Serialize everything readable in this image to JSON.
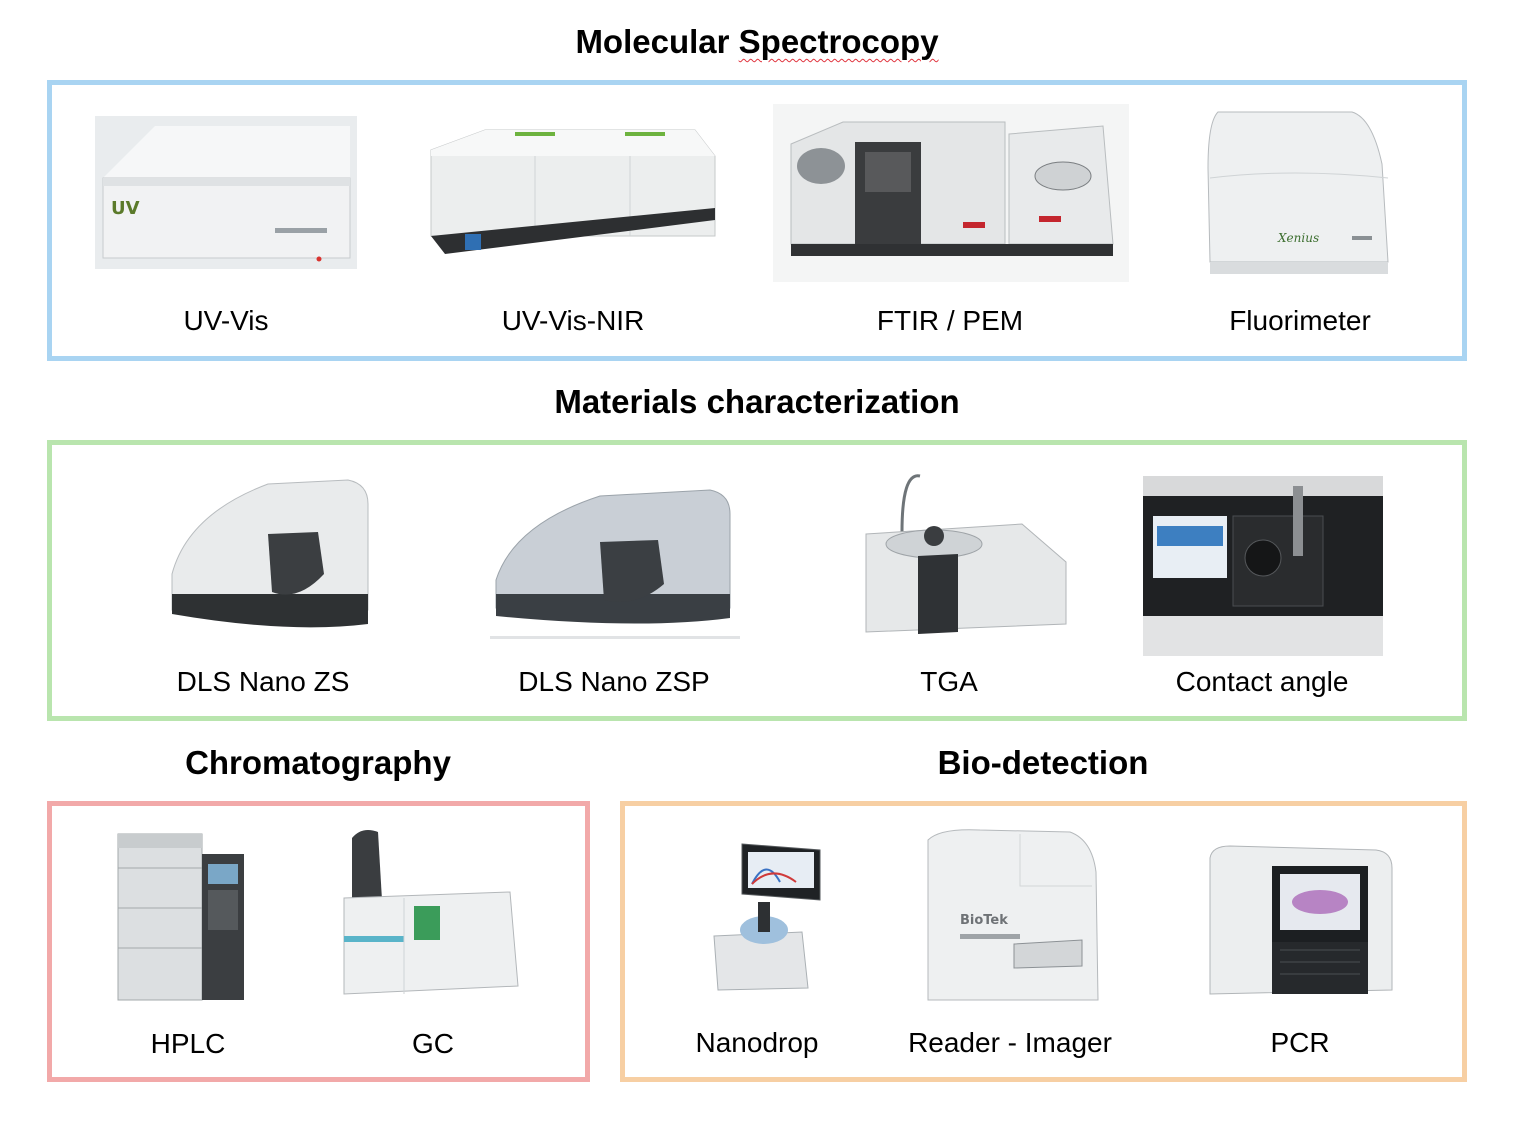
{
  "sections": {
    "spectroscopy": {
      "title_word1": "Molecular",
      "title_word2": "Spectrocopy",
      "border_color": "#a9d4f2",
      "items": [
        {
          "label": "UV-Vis",
          "icon": "uv-vis-spectrometer-image"
        },
        {
          "label": "UV-Vis-NIR",
          "icon": "uv-vis-nir-spectrometer-image"
        },
        {
          "label": "FTIR / PEM",
          "icon": "ftir-pem-spectrometer-image"
        },
        {
          "label": "Fluorimeter",
          "icon": "fluorimeter-image"
        }
      ]
    },
    "materials": {
      "title": "Materials characterization",
      "border_color": "#b9e5ae",
      "items": [
        {
          "label": "DLS Nano ZS",
          "icon": "dls-nano-zs-image"
        },
        {
          "label": "DLS Nano ZSP",
          "icon": "dls-nano-zsp-image"
        },
        {
          "label": "TGA",
          "icon": "tga-analyzer-image"
        },
        {
          "label": "Contact angle",
          "icon": "contact-angle-goniometer-image"
        }
      ]
    },
    "chromatography": {
      "title": "Chromatography",
      "border_color": "#f2a9a9",
      "items": [
        {
          "label": "HPLC",
          "icon": "hplc-system-image"
        },
        {
          "label": "GC",
          "icon": "gas-chromatograph-image"
        }
      ]
    },
    "biodetection": {
      "title": "Bio-detection",
      "border_color": "#f7cfa3",
      "items": [
        {
          "label": "Nanodrop",
          "icon": "nanodrop-image"
        },
        {
          "label": "Reader - Imager",
          "icon": "plate-reader-imager-image"
        },
        {
          "label": "PCR",
          "icon": "pcr-thermocycler-image"
        }
      ]
    }
  }
}
